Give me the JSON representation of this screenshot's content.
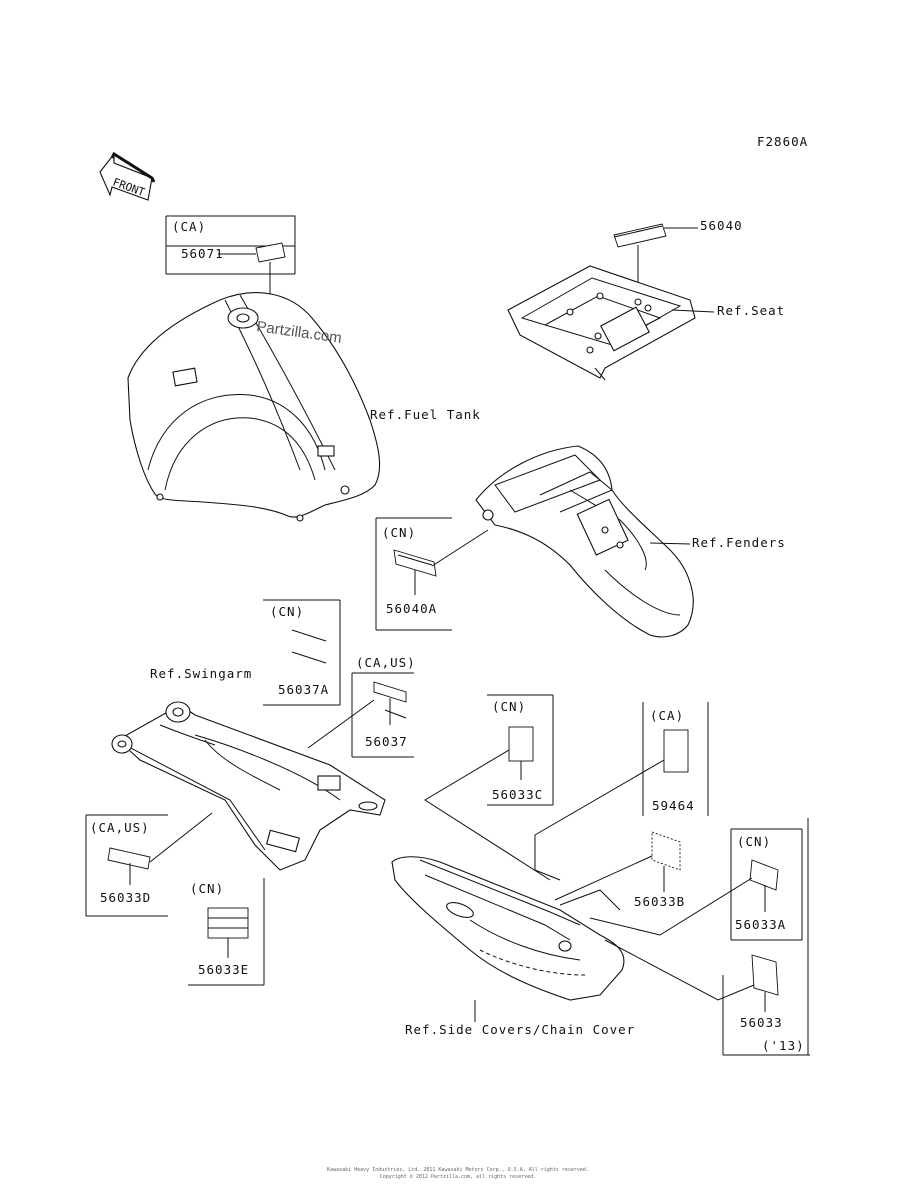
{
  "diagram": {
    "figure_code": "F2860A",
    "front_label": "FRONT",
    "watermark": "Partzilla.com",
    "footer_line1": "Kawasaki Heavy Industries, Ltd.  2011  Kawasaki Motors Corp., U.S.A.  All rights reserved.",
    "footer_line2": "Copyright © 2012 Partzilla.com, all rights reserved.",
    "refs": {
      "fuel_tank": "Ref.Fuel Tank",
      "seat": "Ref.Seat",
      "fenders": "Ref.Fenders",
      "swingarm": "Ref.Swingarm",
      "side_covers": "Ref.Side Covers/Chain Cover"
    },
    "groups": {
      "ca_tank": "(CA)",
      "cn_fender": "(CN)",
      "cn_swing": "(CN)",
      "caus_swing": "(CA,US)",
      "cn_cover_c": "(CN)",
      "ca_cover": "(CA)",
      "caus_lower": "(CA,US)",
      "cn_lower": "(CN)",
      "cn_cover_a": "(CN)",
      "year_13": "('13)"
    },
    "parts": {
      "p56071": "56071",
      "p56040": "56040",
      "p56040A": "56040A",
      "p56037A": "56037A",
      "p56037": "56037",
      "p56033C": "56033C",
      "p59464": "59464",
      "p56033D": "56033D",
      "p56033B": "56033B",
      "p56033E": "56033E",
      "p56033A": "56033A",
      "p56033": "56033"
    }
  }
}
